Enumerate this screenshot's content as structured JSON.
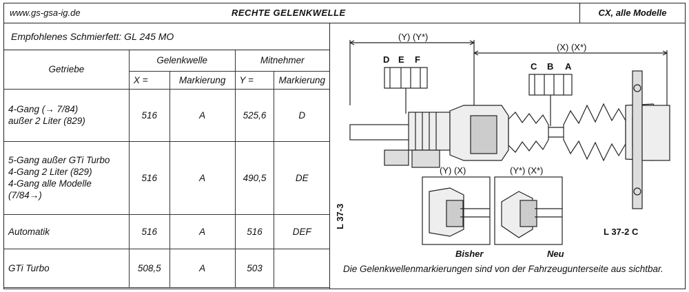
{
  "header": {
    "url": "www.gs-gsa-ig.de",
    "title": "RECHTE  GELENKWELLE",
    "model": "CX, alle Modelle"
  },
  "grease": "Empfohlenes Schmierfett: GL 245 MO",
  "table": {
    "col_getriebe": "Getriebe",
    "col_gelenkwelle": "Gelenkwelle",
    "col_mitnehmer": "Mitnehmer",
    "sub_x": "X =",
    "sub_mark1": "Markierung",
    "sub_y": "Y =",
    "sub_mark2": "Markierung",
    "rows": [
      {
        "getriebe": [
          "4-Gang (→ 7/84)",
          "außer 2 Liter (829)"
        ],
        "x": "516",
        "mark1": "A",
        "y": "525,6",
        "mark2": "D"
      },
      {
        "getriebe": [
          "5-Gang außer GTi Turbo",
          "4-Gang 2 Liter (829)",
          "4-Gang alle Modelle",
          "(7/84→)"
        ],
        "x": "516",
        "mark1": "A",
        "y": "490,5",
        "mark2": "DE"
      },
      {
        "getriebe": [
          "Automatik"
        ],
        "x": "516",
        "mark1": "A",
        "y": "516",
        "mark2": "DEF"
      },
      {
        "getriebe": [
          "GTi Turbo"
        ],
        "x": "508,5",
        "mark1": "A",
        "y": "503",
        "mark2": ""
      }
    ]
  },
  "diagram": {
    "dim_y": "(Y) (Y*)",
    "dim_x": "(X) (X*)",
    "labels_left": [
      "D",
      "E",
      "F"
    ],
    "labels_right": [
      "C",
      "B",
      "A"
    ],
    "inset1_dims": "(Y) (X)",
    "inset2_dims": "(Y*) (X*)",
    "inset1_label": "Bisher",
    "inset2_label": "Neu",
    "ref_left": "L 37-3",
    "ref_right": "L 37-2 C"
  },
  "caption": "Die Gelenkwellenmarkierungen sind von der Fahrzeugunterseite aus sichtbar."
}
